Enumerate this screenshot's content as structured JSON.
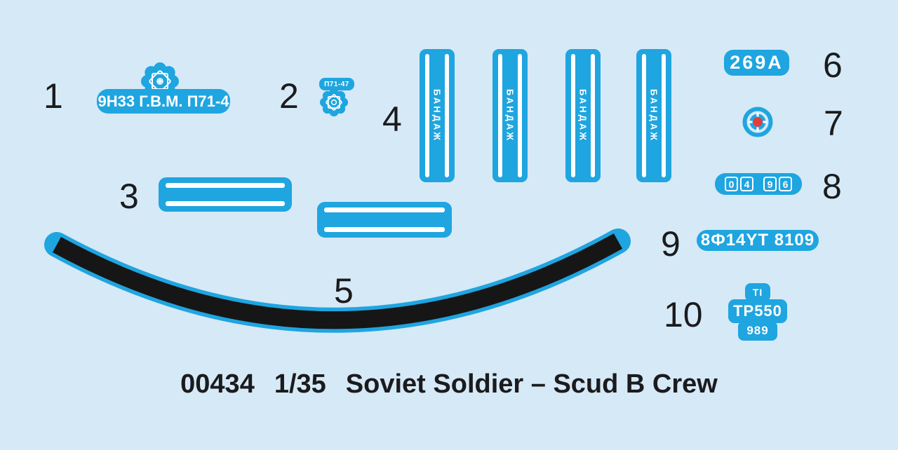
{
  "colors": {
    "background": "#d6e9f7",
    "decal_blue": "#1fa5e0",
    "red_center": "#e43c3c",
    "ink": "#1b1b1d"
  },
  "title": {
    "code": "00434",
    "scale": "1/35",
    "name": "Soviet Soldier – Scud B Crew"
  },
  "decals": {
    "d1": {
      "number": "1",
      "label": "9Н33 Г.В.М. П71-4"
    },
    "d2": {
      "number": "2",
      "label": "П71-47"
    },
    "d3": {
      "number": "3"
    },
    "d4": {
      "number": "4",
      "label": "БАНДАЖ"
    },
    "d5": {
      "number": "5"
    },
    "d6": {
      "number": "6",
      "label": "269A"
    },
    "d7": {
      "number": "7"
    },
    "d8": {
      "number": "8",
      "digits": [
        "0",
        "4",
        "9",
        "6"
      ]
    },
    "d9": {
      "number": "9",
      "label": "8Ф14YT 8109"
    },
    "d10": {
      "number": "10",
      "lines": [
        "TI",
        "TP550",
        "989"
      ]
    }
  }
}
